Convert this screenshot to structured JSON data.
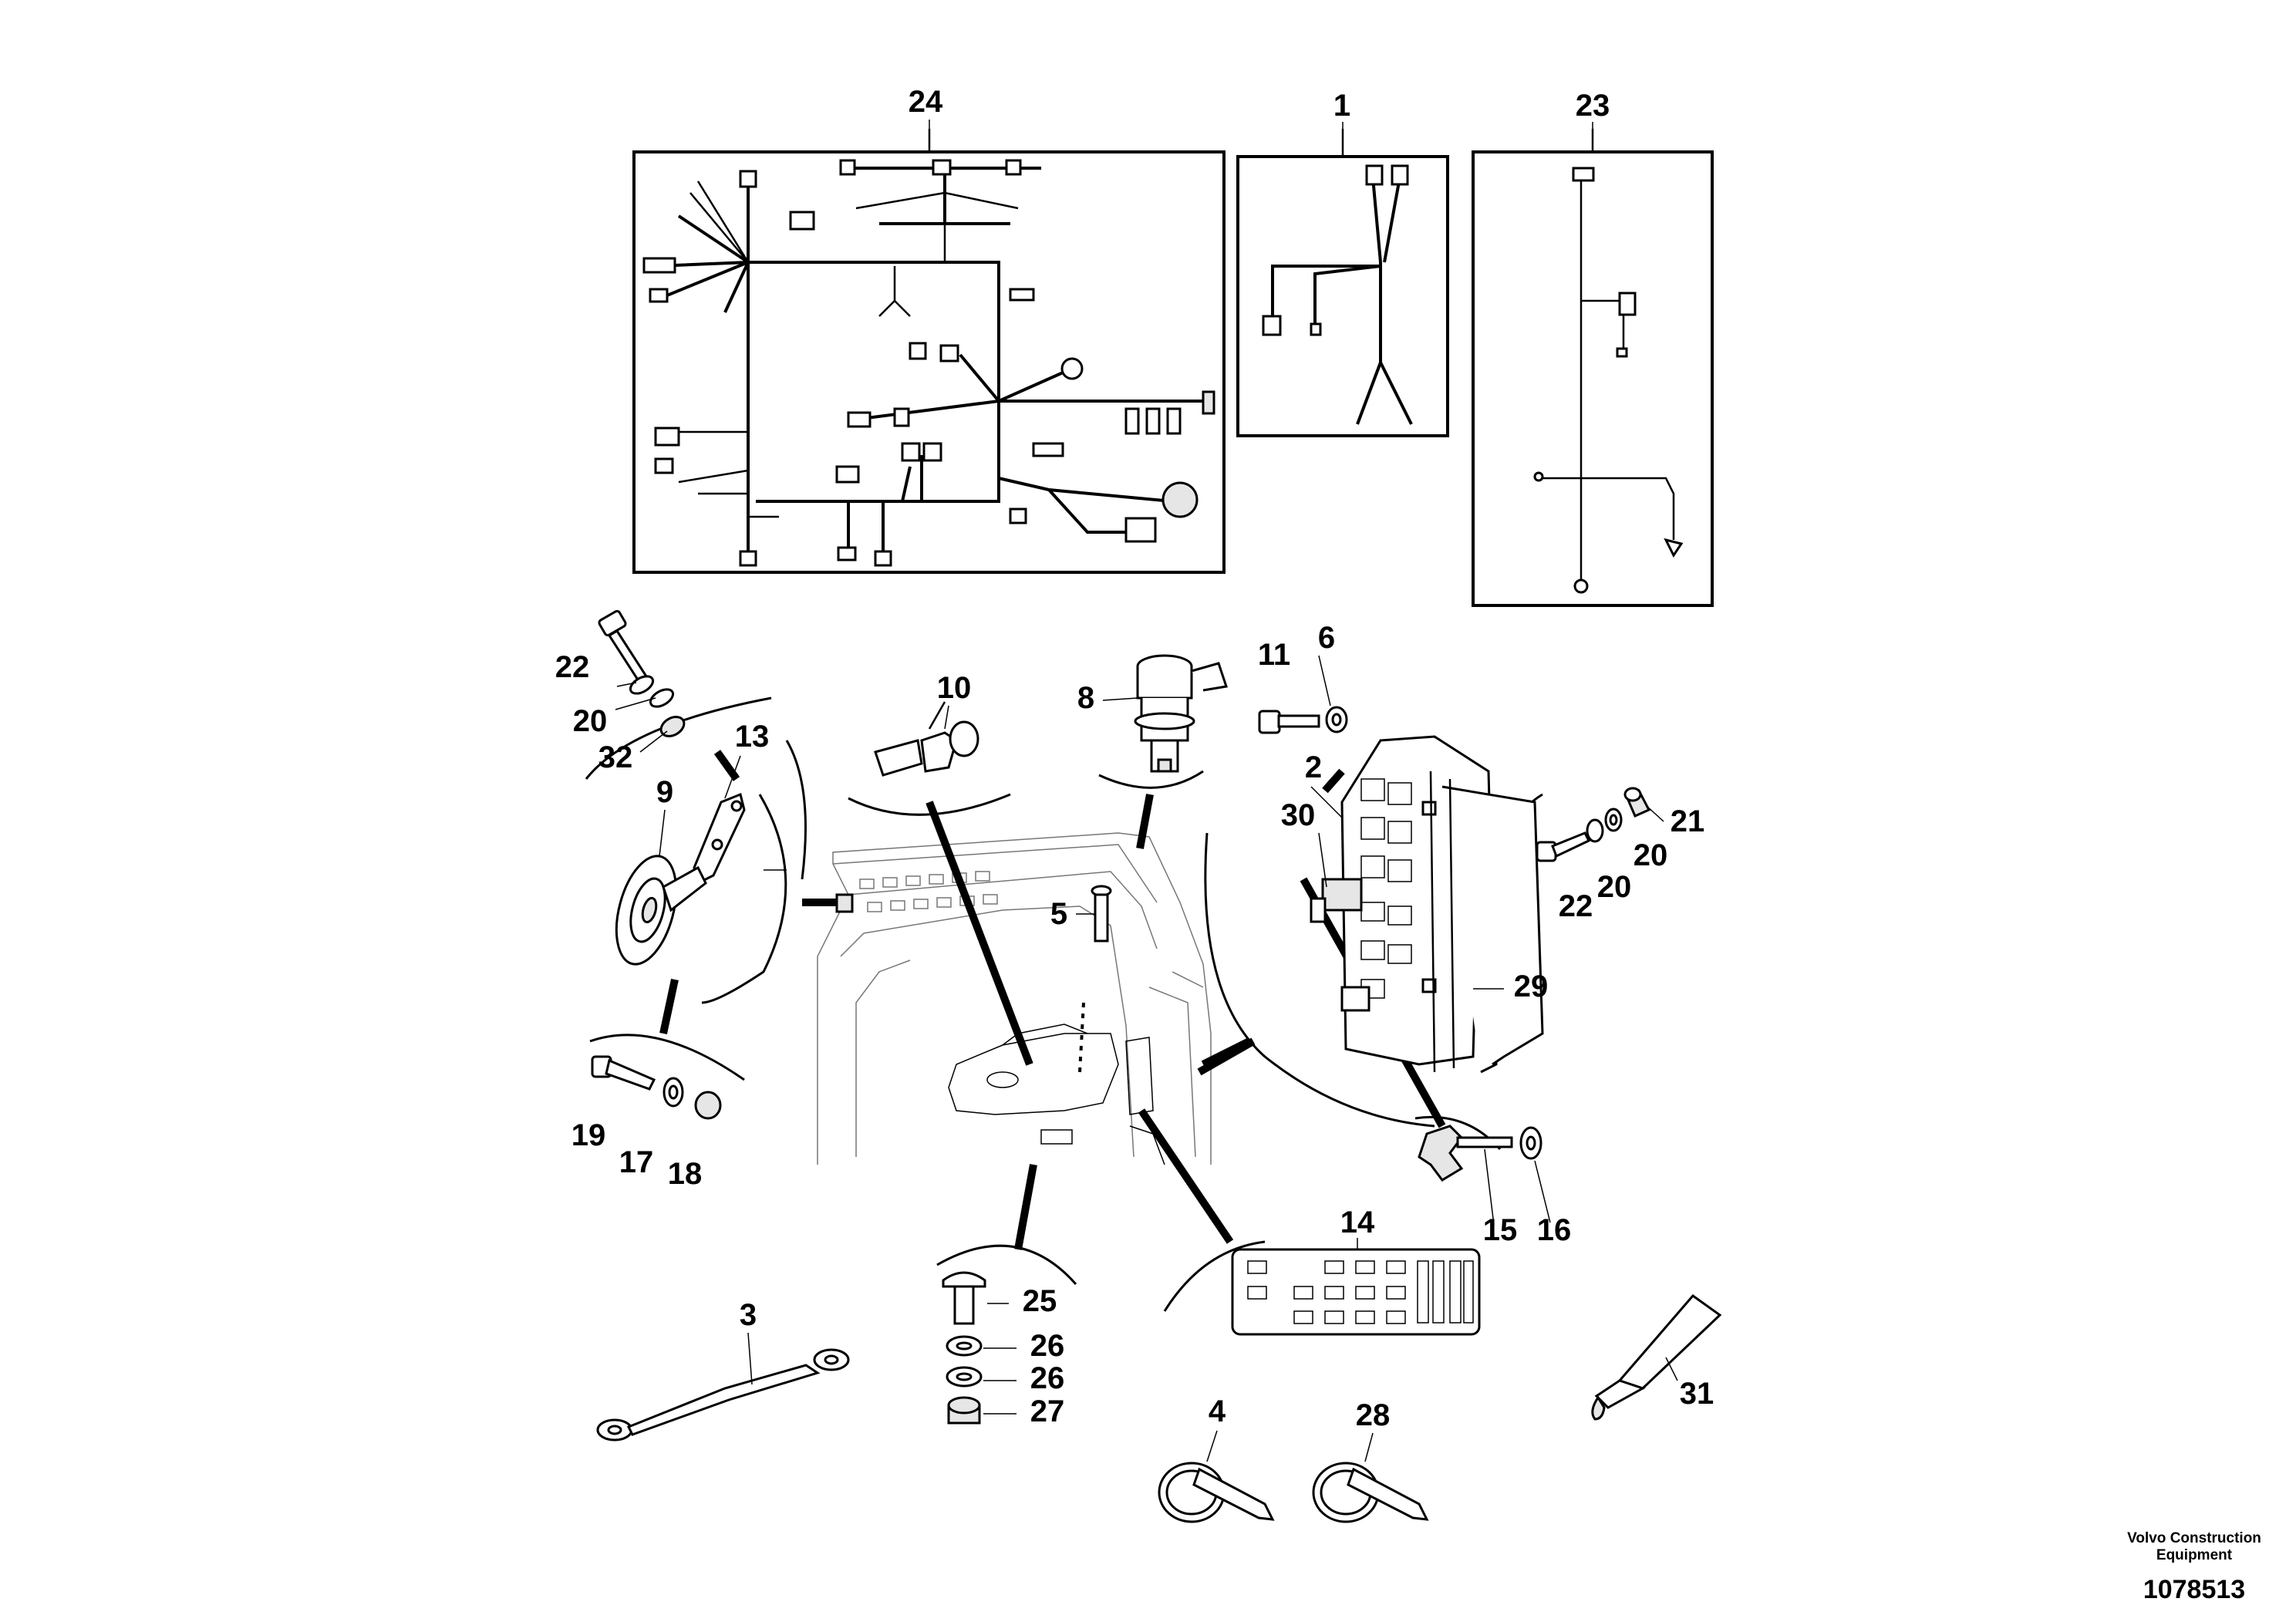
{
  "callouts": {
    "n1": "1",
    "n2": "2",
    "n3": "3",
    "n4": "4",
    "n5": "5",
    "n6": "6",
    "n8": "8",
    "n9": "9",
    "n10": "10",
    "n11": "11",
    "n13": "13",
    "n14": "14",
    "n15": "15",
    "n16": "16",
    "n17": "17",
    "n18": "18",
    "n19": "19",
    "n20": "20",
    "n21": "21",
    "n22": "22",
    "n23": "23",
    "n24": "24",
    "n25": "25",
    "n26": "26",
    "n27": "27",
    "n28": "28",
    "n29": "29",
    "n30": "30",
    "n31": "31",
    "n32": "32"
  },
  "credit": {
    "company_line1": "Volvo Construction",
    "company_line2": "Equipment",
    "drawing_number": "1078513"
  }
}
